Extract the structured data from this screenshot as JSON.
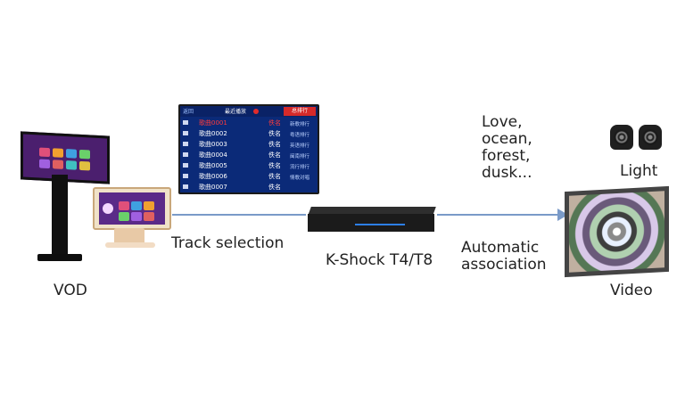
{
  "labels": {
    "vod": "VOD",
    "track_selection": "Track selection",
    "device": "K-Shock T4/T8",
    "automatic_line1": "Automatic",
    "automatic_line2": "association",
    "keywords": [
      "Love,",
      "ocean,",
      "forest,",
      "dusk..."
    ],
    "light": "Light",
    "video": "Video"
  },
  "playlist": {
    "header_left": "返回",
    "header_title": "最近播放",
    "header_button": "总排行",
    "rows": [
      {
        "song": "歌曲0001",
        "singer": "佚名",
        "highlight": true
      },
      {
        "song": "歌曲0002",
        "singer": "佚名",
        "highlight": false
      },
      {
        "song": "歌曲0003",
        "singer": "佚名",
        "highlight": false
      },
      {
        "song": "歌曲0004",
        "singer": "佚名",
        "highlight": false
      },
      {
        "song": "歌曲0005",
        "singer": "佚名",
        "highlight": false
      },
      {
        "song": "歌曲0006",
        "singer": "佚名",
        "highlight": false
      },
      {
        "song": "歌曲0007",
        "singer": "佚名",
        "highlight": false
      }
    ],
    "side_items": [
      "新歌排行",
      "粤语排行",
      "英语排行",
      "闽南排行",
      "流行排行",
      "情歌对唱"
    ]
  },
  "colors": {
    "arrow": "#7a9ac8",
    "screen_bg": "#0b2a78",
    "highlight": "#ff3b3b",
    "device_led": "#2d7fe8"
  }
}
